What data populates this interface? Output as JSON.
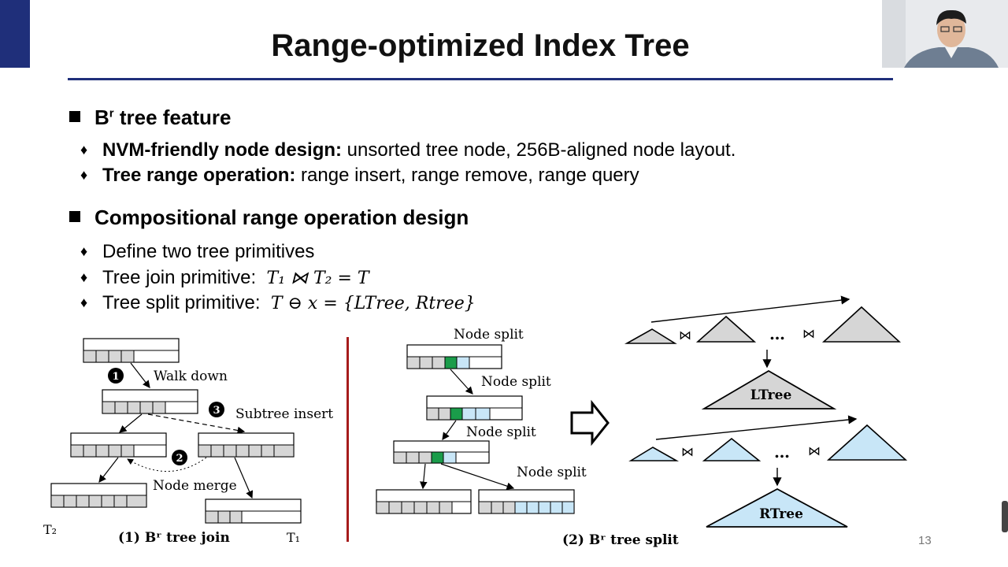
{
  "slide": {
    "title": "Range-optimized Index Tree",
    "page_number": "13"
  },
  "section1": {
    "heading_main": "B",
    "heading_sup": "r",
    "heading_rest": " tree feature",
    "bullets": [
      {
        "bold": "NVM-friendly node design:",
        "text": " unsorted tree node, 256B-aligned node layout."
      },
      {
        "bold": "Tree range operation:",
        "text": " range insert, range remove, range query"
      }
    ]
  },
  "section2": {
    "heading": "Compositional range operation design",
    "bullets": [
      {
        "text": "Define two tree primitives"
      },
      {
        "text": "Tree join primitive:",
        "math": "T₁ ⋈ T₂ = T"
      },
      {
        "text": "Tree split primitive:",
        "math": "T ⊖ x = {LTree, Rtree}"
      }
    ]
  },
  "figure_join": {
    "step1": "1",
    "step2": "2",
    "step3": "3",
    "walk_down": "Walk down",
    "subtree_insert": "Subtree insert",
    "node_merge": "Node merge",
    "t2": "T₂",
    "t1": "T₁",
    "caption": "(1) Bʳ tree join"
  },
  "figure_split": {
    "node_split_labels": [
      "Node split",
      "Node split",
      "Node split",
      "Node split"
    ],
    "caption": "(2) Bʳ tree split"
  },
  "figure_compose": {
    "join_symbol": "⋈",
    "ellipsis": "…",
    "ltree": "LTree",
    "rtree": "RTree"
  },
  "colors": {
    "accent_navy": "#1f2f7a",
    "separator_red": "#a61c1c",
    "split_green": "#1a9c4a",
    "split_blue": "#c8e6f7",
    "node_gray": "#d6d6d6"
  }
}
